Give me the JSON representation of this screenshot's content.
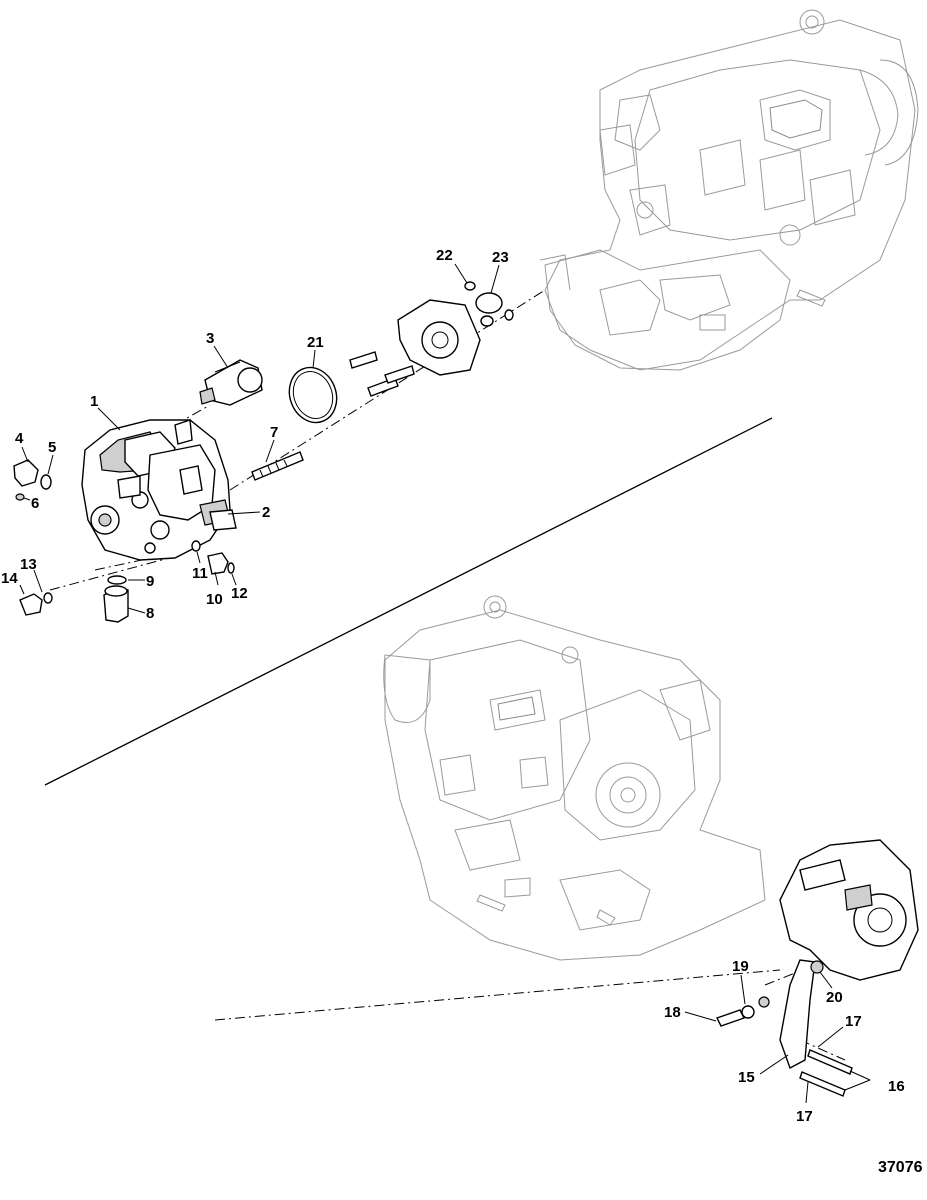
{
  "figure_number": "37076",
  "callouts": [
    {
      "id": "1",
      "text": "1"
    },
    {
      "id": "2",
      "text": "2"
    },
    {
      "id": "3",
      "text": "3"
    },
    {
      "id": "4",
      "text": "4"
    },
    {
      "id": "5",
      "text": "5"
    },
    {
      "id": "6",
      "text": "6"
    },
    {
      "id": "7",
      "text": "7"
    },
    {
      "id": "8",
      "text": "8"
    },
    {
      "id": "9",
      "text": "9"
    },
    {
      "id": "10",
      "text": "10"
    },
    {
      "id": "11",
      "text": "11"
    },
    {
      "id": "12",
      "text": "12"
    },
    {
      "id": "13",
      "text": "13"
    },
    {
      "id": "14",
      "text": "14"
    },
    {
      "id": "15",
      "text": "15"
    },
    {
      "id": "16",
      "text": "16"
    },
    {
      "id": "17a",
      "text": "17"
    },
    {
      "id": "17b",
      "text": "17"
    },
    {
      "id": "18",
      "text": "18"
    },
    {
      "id": "19",
      "text": "19"
    },
    {
      "id": "20",
      "text": "20"
    },
    {
      "id": "21",
      "text": "21"
    },
    {
      "id": "22",
      "text": "22"
    },
    {
      "id": "23",
      "text": "23"
    }
  ]
}
